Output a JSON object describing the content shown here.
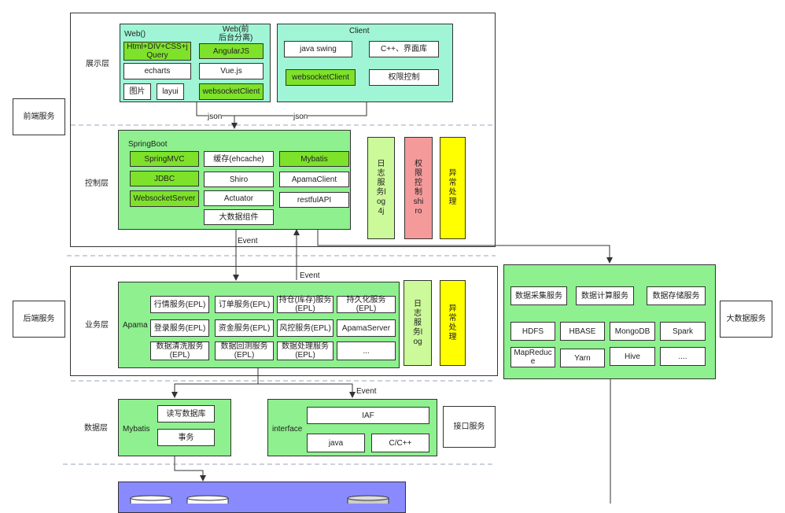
{
  "colors": {
    "mint": "#9ff5d5",
    "green": "#8ef08e",
    "lime": "#7ee22a",
    "light_lime": "#ccfa9a",
    "pink": "#f59a9a",
    "yellow": "#ffff00",
    "purple": "#8a8aff",
    "dashed": "#9aa6b8"
  },
  "services": {
    "frontend": "前端服务",
    "backend": "后端服务",
    "bigdata": "大数据服务",
    "interface": "接口服务"
  },
  "layers": {
    "display": "展示层",
    "control": "控制层",
    "business": "业务层",
    "data": "数据层"
  },
  "web": {
    "title": "Web()",
    "title2": "Web(前\n后台分离)",
    "items": [
      "Html+DIV+CSS+j\nQuery",
      "AngularJS",
      "echarts",
      "Vue.js",
      "图片",
      "layui",
      "websocketClient"
    ]
  },
  "client": {
    "title": "Client",
    "items": [
      "java swing",
      "C++、界面库",
      "websocketClient",
      "权限控制"
    ]
  },
  "links": {
    "json1": "json",
    "json2": "json",
    "event1": "Event",
    "event2": "Event",
    "event3": "Event"
  },
  "springboot": {
    "title": "SpringBoot",
    "items": [
      "SpringMVC",
      "缓存(ehcache)",
      "Mybatis",
      "JDBC",
      "Shiro",
      "ApamaClient",
      "WebsocketServer",
      "Actuator",
      "restfulAPI",
      "大数据组件"
    ]
  },
  "side": {
    "log4j": "日志服务log4j",
    "shiro": "权限控制shiro",
    "exception": "异常处理",
    "log": "日志服务log",
    "exception2": "异常处理"
  },
  "apama": {
    "title": "Apama",
    "items": [
      "行情服务(EPL)",
      "订单服务(EPL)",
      "持仓(库存)服务\n(EPL)",
      "持久化服务\n(EPL)",
      "登录服务(EPL)",
      "资金服务(EPL)",
      "风控服务(EPL)",
      "ApamaServer",
      "数据清洗服务\n(EPL)",
      "数据回测服务\n(EPL)",
      "数据处理服务\n(EPL)",
      "..."
    ]
  },
  "bigdata": {
    "items": [
      "数据采集服务",
      "数据计算服务",
      "数据存储服务",
      "HDFS",
      "HBASE",
      "MongoDB",
      "Spark",
      "MapReduc\ne",
      "Yarn",
      "Hive",
      "...."
    ]
  },
  "mybatis": {
    "title": "Mybatis",
    "items": [
      "读写数据库",
      "事务"
    ]
  },
  "iface": {
    "title": "interface",
    "items": [
      "IAF",
      "java",
      "C/C++"
    ]
  }
}
